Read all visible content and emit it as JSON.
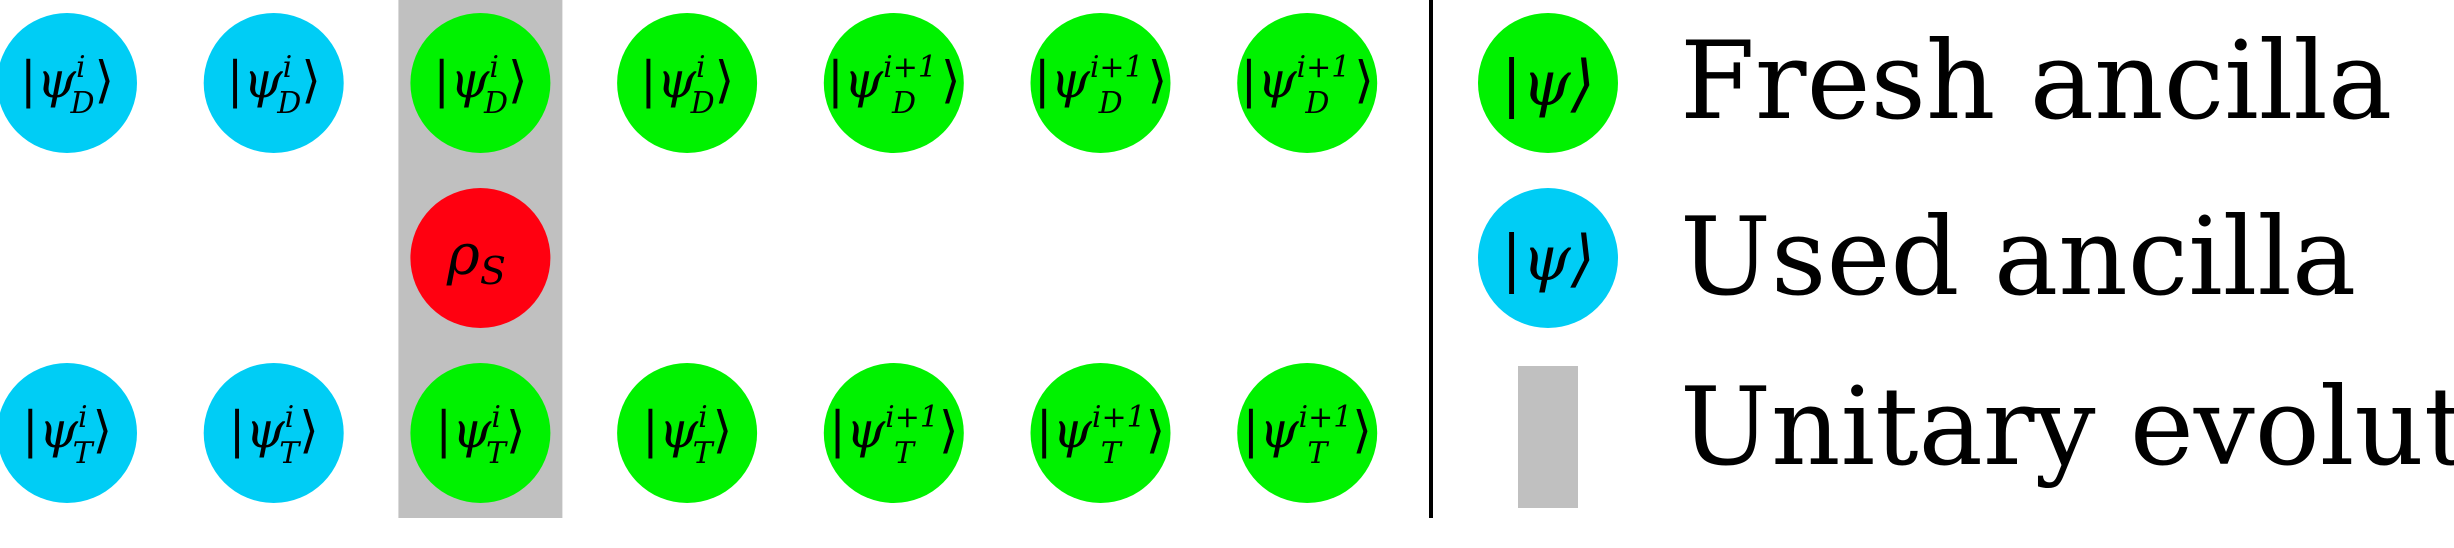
{
  "colors": {
    "fresh": "#00f200",
    "used": "#00cdf5",
    "system": "#ff0010",
    "unitary": "#c0c0c0",
    "line": "#000000",
    "text": "#000000"
  },
  "diagram": {
    "columns": [
      {
        "D": {
          "sup": "i",
          "status": "used"
        },
        "T": {
          "sup": "i",
          "status": "used"
        }
      },
      {
        "D": {
          "sup": "i",
          "status": "used"
        },
        "T": {
          "sup": "i",
          "status": "used"
        }
      },
      {
        "D": {
          "sup": "i",
          "status": "fresh"
        },
        "T": {
          "sup": "i",
          "status": "fresh"
        },
        "unitary": true,
        "system": {
          "label": "ρ",
          "sub": "S"
        }
      },
      {
        "D": {
          "sup": "i",
          "status": "fresh"
        },
        "T": {
          "sup": "i",
          "status": "fresh"
        }
      },
      {
        "D": {
          "sup": "i+1",
          "status": "fresh"
        },
        "T": {
          "sup": "i+1",
          "status": "fresh"
        }
      },
      {
        "D": {
          "sup": "i+1",
          "status": "fresh"
        },
        "T": {
          "sup": "i+1",
          "status": "fresh"
        }
      },
      {
        "D": {
          "sup": "i+1",
          "status": "fresh"
        },
        "T": {
          "sup": "i+1",
          "status": "fresh"
        }
      }
    ],
    "ket": {
      "left": "|",
      "symbol": "ψ",
      "right": "⟩"
    },
    "sub_D": "D",
    "sub_T": "T"
  },
  "legend": {
    "fresh": {
      "ket": "|ψ⟩",
      "label": "Fresh ancilla"
    },
    "used": {
      "ket": "|ψ⟩",
      "label": "Used ancilla"
    },
    "unitary": {
      "label": "Unitary evolution"
    }
  }
}
